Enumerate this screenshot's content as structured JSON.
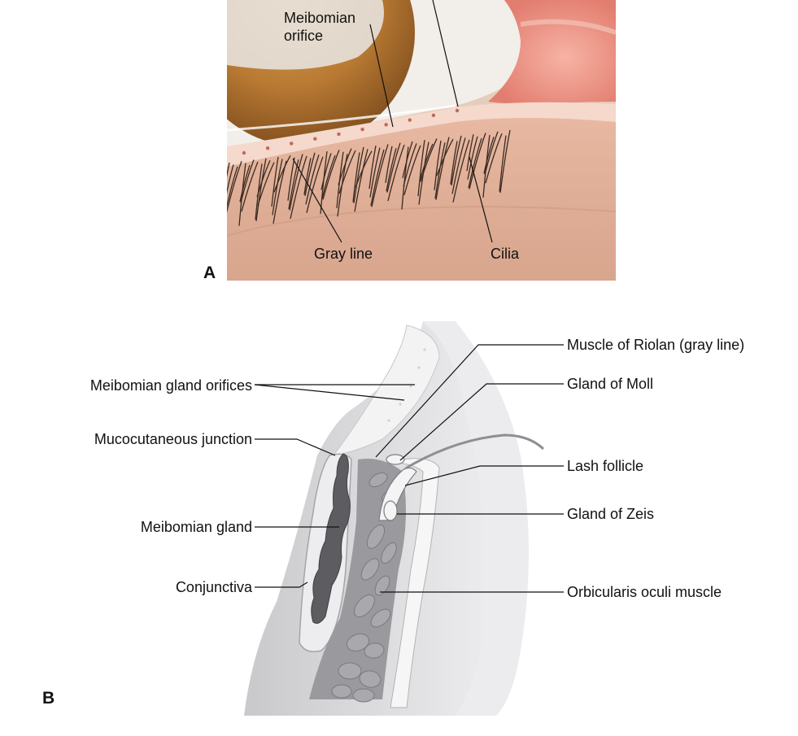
{
  "panel_a": {
    "letter": "A",
    "labels": {
      "meibomian_orifice_1": "Meibomian",
      "meibomian_orifice_2": "orifice",
      "gray_line": "Gray line",
      "cilia": "Cilia"
    }
  },
  "panel_b": {
    "letter": "B",
    "labels": {
      "meibomian_gland_orifices": "Meibomian gland orifices",
      "mucocutaneous_junction": "Mucocutaneous junction",
      "meibomian_gland": "Meibomian gland",
      "conjunctiva": "Conjunctiva",
      "muscle_of_riolan": "Muscle of Riolan (gray line)",
      "gland_of_moll": "Gland of Moll",
      "lash_follicle": "Lash follicle",
      "gland_of_zeis": "Gland of Zeis",
      "orbicularis_oculi_muscle": "Orbicularis oculi muscle"
    }
  }
}
